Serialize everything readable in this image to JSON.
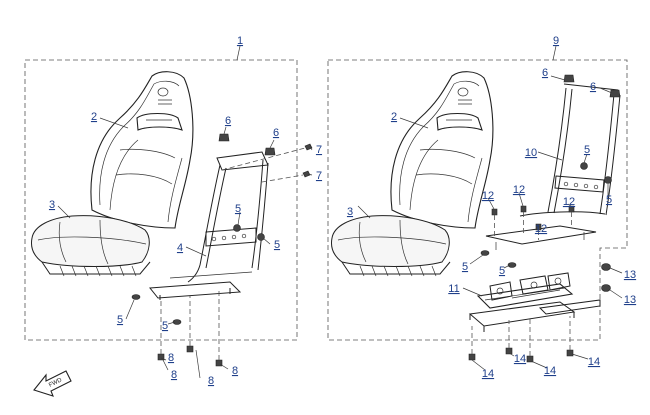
{
  "callouts": {
    "left": {
      "assembly": "1",
      "backrest": "2",
      "cushion": "3",
      "frame": "4",
      "nut_a": "5",
      "nut_b": "5",
      "nut_c": "5",
      "nut_d": "5",
      "clip_a": "6",
      "clip_b": "6",
      "bolt_a": "7",
      "bolt_b": "7",
      "screw_a": "8",
      "screw_b": "8",
      "screw_c": "8"
    },
    "right": {
      "assembly": "9",
      "backrest": "2",
      "cushion": "3",
      "frame": "10",
      "slider": "11",
      "bolt_a": "12",
      "bolt_b": "12",
      "bolt_c": "12",
      "bolt_d": "12",
      "nut_a": "5",
      "nut_b": "5",
      "nut_c": "5",
      "nut_d": "5",
      "clip_a": "6",
      "clip_b": "6",
      "washer_a": "13",
      "washer_b": "13",
      "screw_a": "14",
      "screw_b": "14",
      "screw_c": "14",
      "screw_d": "14"
    }
  },
  "front_indicator": "FWD"
}
